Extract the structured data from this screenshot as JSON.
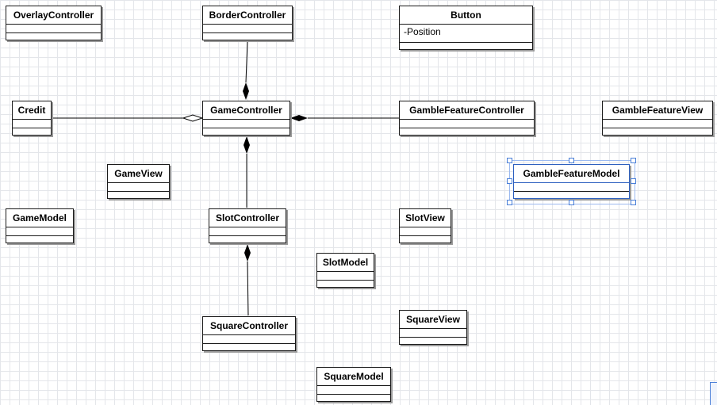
{
  "classes": {
    "overlay_controller": {
      "name": "OverlayController",
      "attributes": ""
    },
    "border_controller": {
      "name": "BorderController",
      "attributes": ""
    },
    "button": {
      "name": "Button",
      "attributes": "-Position"
    },
    "credit": {
      "name": "Credit",
      "attributes": ""
    },
    "game_controller": {
      "name": "GameController",
      "attributes": ""
    },
    "gamble_feature_controller": {
      "name": "GambleFeatureController",
      "attributes": ""
    },
    "gamble_feature_view": {
      "name": "GambleFeatureView",
      "attributes": ""
    },
    "game_view": {
      "name": "GameView",
      "attributes": ""
    },
    "gamble_feature_model": {
      "name": "GambleFeatureModel",
      "attributes": "",
      "selected": true
    },
    "game_model": {
      "name": "GameModel",
      "attributes": ""
    },
    "slot_controller": {
      "name": "SlotController",
      "attributes": ""
    },
    "slot_view": {
      "name": "SlotView",
      "attributes": ""
    },
    "slot_model": {
      "name": "SlotModel",
      "attributes": ""
    },
    "square_controller": {
      "name": "SquareController",
      "attributes": ""
    },
    "square_view": {
      "name": "SquareView",
      "attributes": ""
    },
    "square_model": {
      "name": "SquareModel",
      "attributes": ""
    }
  },
  "relationships": [
    {
      "from": "border_controller",
      "to": "game_controller",
      "type": "composition"
    },
    {
      "from": "credit",
      "to": "game_controller",
      "type": "aggregation"
    },
    {
      "from": "gamble_feature_controller",
      "to": "game_controller",
      "type": "composition"
    },
    {
      "from": "slot_controller",
      "to": "game_controller",
      "type": "composition"
    },
    {
      "from": "square_controller",
      "to": "slot_controller",
      "type": "composition"
    }
  ]
}
